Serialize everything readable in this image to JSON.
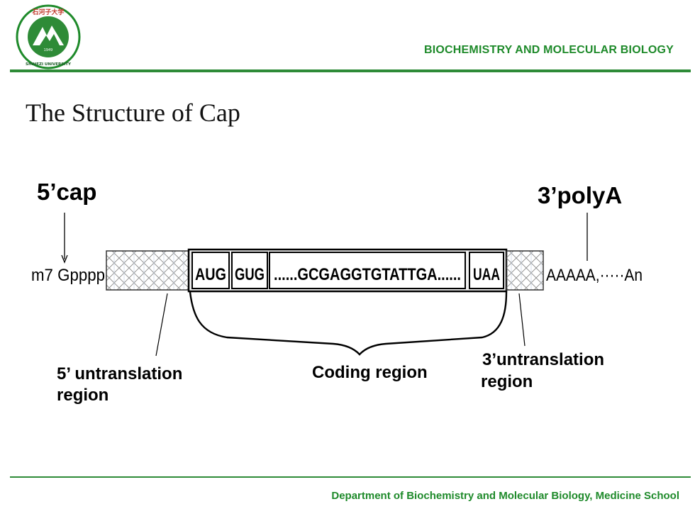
{
  "header": {
    "logo_text_top": "石河子大学",
    "logo_text_bottom": "SHIHEZI UNIVERSITY",
    "logo_year": "1949",
    "course_title": "BIOCHEMISTRY  AND MOLECULAR BIOLOGY"
  },
  "slide": {
    "title": "The Structure of  Cap"
  },
  "diagram": {
    "cap_label": "5’cap",
    "polya_label": "3’polyA",
    "cap_seq": "m7 Gpppp",
    "start_codon": "AUG",
    "second_codon": "GUG",
    "middle_seq": "......GCGAGGTGTATTGA......",
    "stop_codon": "UAA",
    "tail_seq": "AAAAA,·····An",
    "utr5_label_line1": "5’ untranslation",
    "utr5_label_line2": "region",
    "coding_label": "Coding region",
    "utr3_label_line1": "3’untranslation",
    "utr3_label_line2": "region"
  },
  "footer": {
    "department": "Department  of Biochemistry  and Molecular Biology, Medicine School"
  },
  "colors": {
    "brand_green": "#1e8a2a",
    "rule_green": "#2e8b37"
  }
}
